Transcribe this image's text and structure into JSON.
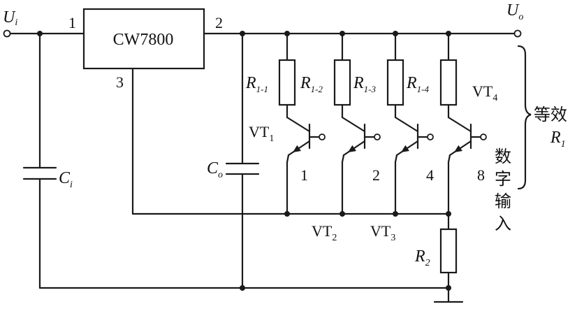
{
  "regulator": {
    "label": "CW7800",
    "pin_in": "1",
    "pin_out": "2",
    "pin_gnd": "3"
  },
  "terminals": {
    "input_main": "U",
    "input_sub": "i",
    "output_main": "U",
    "output_sub": "o"
  },
  "capacitors": [
    {
      "main": "C",
      "sub": "i"
    },
    {
      "main": "C",
      "sub": "o"
    }
  ],
  "resistors": [
    {
      "main": "R",
      "sub": "1-1"
    },
    {
      "main": "R",
      "sub": "1-2"
    },
    {
      "main": "R",
      "sub": "1-3"
    },
    {
      "main": "R",
      "sub": "1-4"
    }
  ],
  "transistors": [
    {
      "main": "VT",
      "sub": "1"
    },
    {
      "main": "VT",
      "sub": "2"
    },
    {
      "main": "VT",
      "sub": "3"
    },
    {
      "main": "VT",
      "sub": "4"
    }
  ],
  "bit_weights": [
    "1",
    "2",
    "4",
    "8"
  ],
  "r2": {
    "main": "R",
    "sub": "2"
  },
  "equivalent": {
    "text": "等效",
    "main": "R",
    "sub": "1"
  },
  "digital_input": [
    "数",
    "字",
    "输",
    "入"
  ]
}
